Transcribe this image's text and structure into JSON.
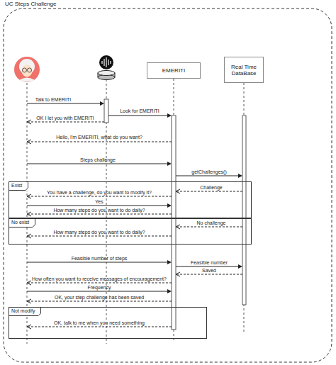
{
  "diagram": {
    "title": "UC Steps Challenge",
    "nodes": [
      {
        "text": [
          "EMERITI"
        ]
      },
      {
        "text": [
          "Real Time DataBase"
        ]
      },
      {
        "text": [
          "Exist"
        ]
      },
      {
        "text": [
          "No exist"
        ]
      },
      {
        "text": [
          "Not modify"
        ]
      }
    ],
    "labels": [
      "Talk to EMERITI",
      "Look for EMERITI",
      "OK I let you with EMERITI",
      "Hello, I'm EMERITI, what do you want?",
      "Steps challenge",
      "getChallenges()",
      "Challenge",
      "You have a challenge, do you want to modify it?",
      "Yes",
      "How many steps do you want to do daily?",
      "No challenge",
      "How many steps do you want to do daily?",
      "Feasible number of steps",
      "Feasible number",
      "Saved",
      "How often you want to receive messages of encouragement?",
      "Frequency",
      "OK, your step challenge has been saved",
      "OK, talk to me when you need something"
    ]
  }
}
